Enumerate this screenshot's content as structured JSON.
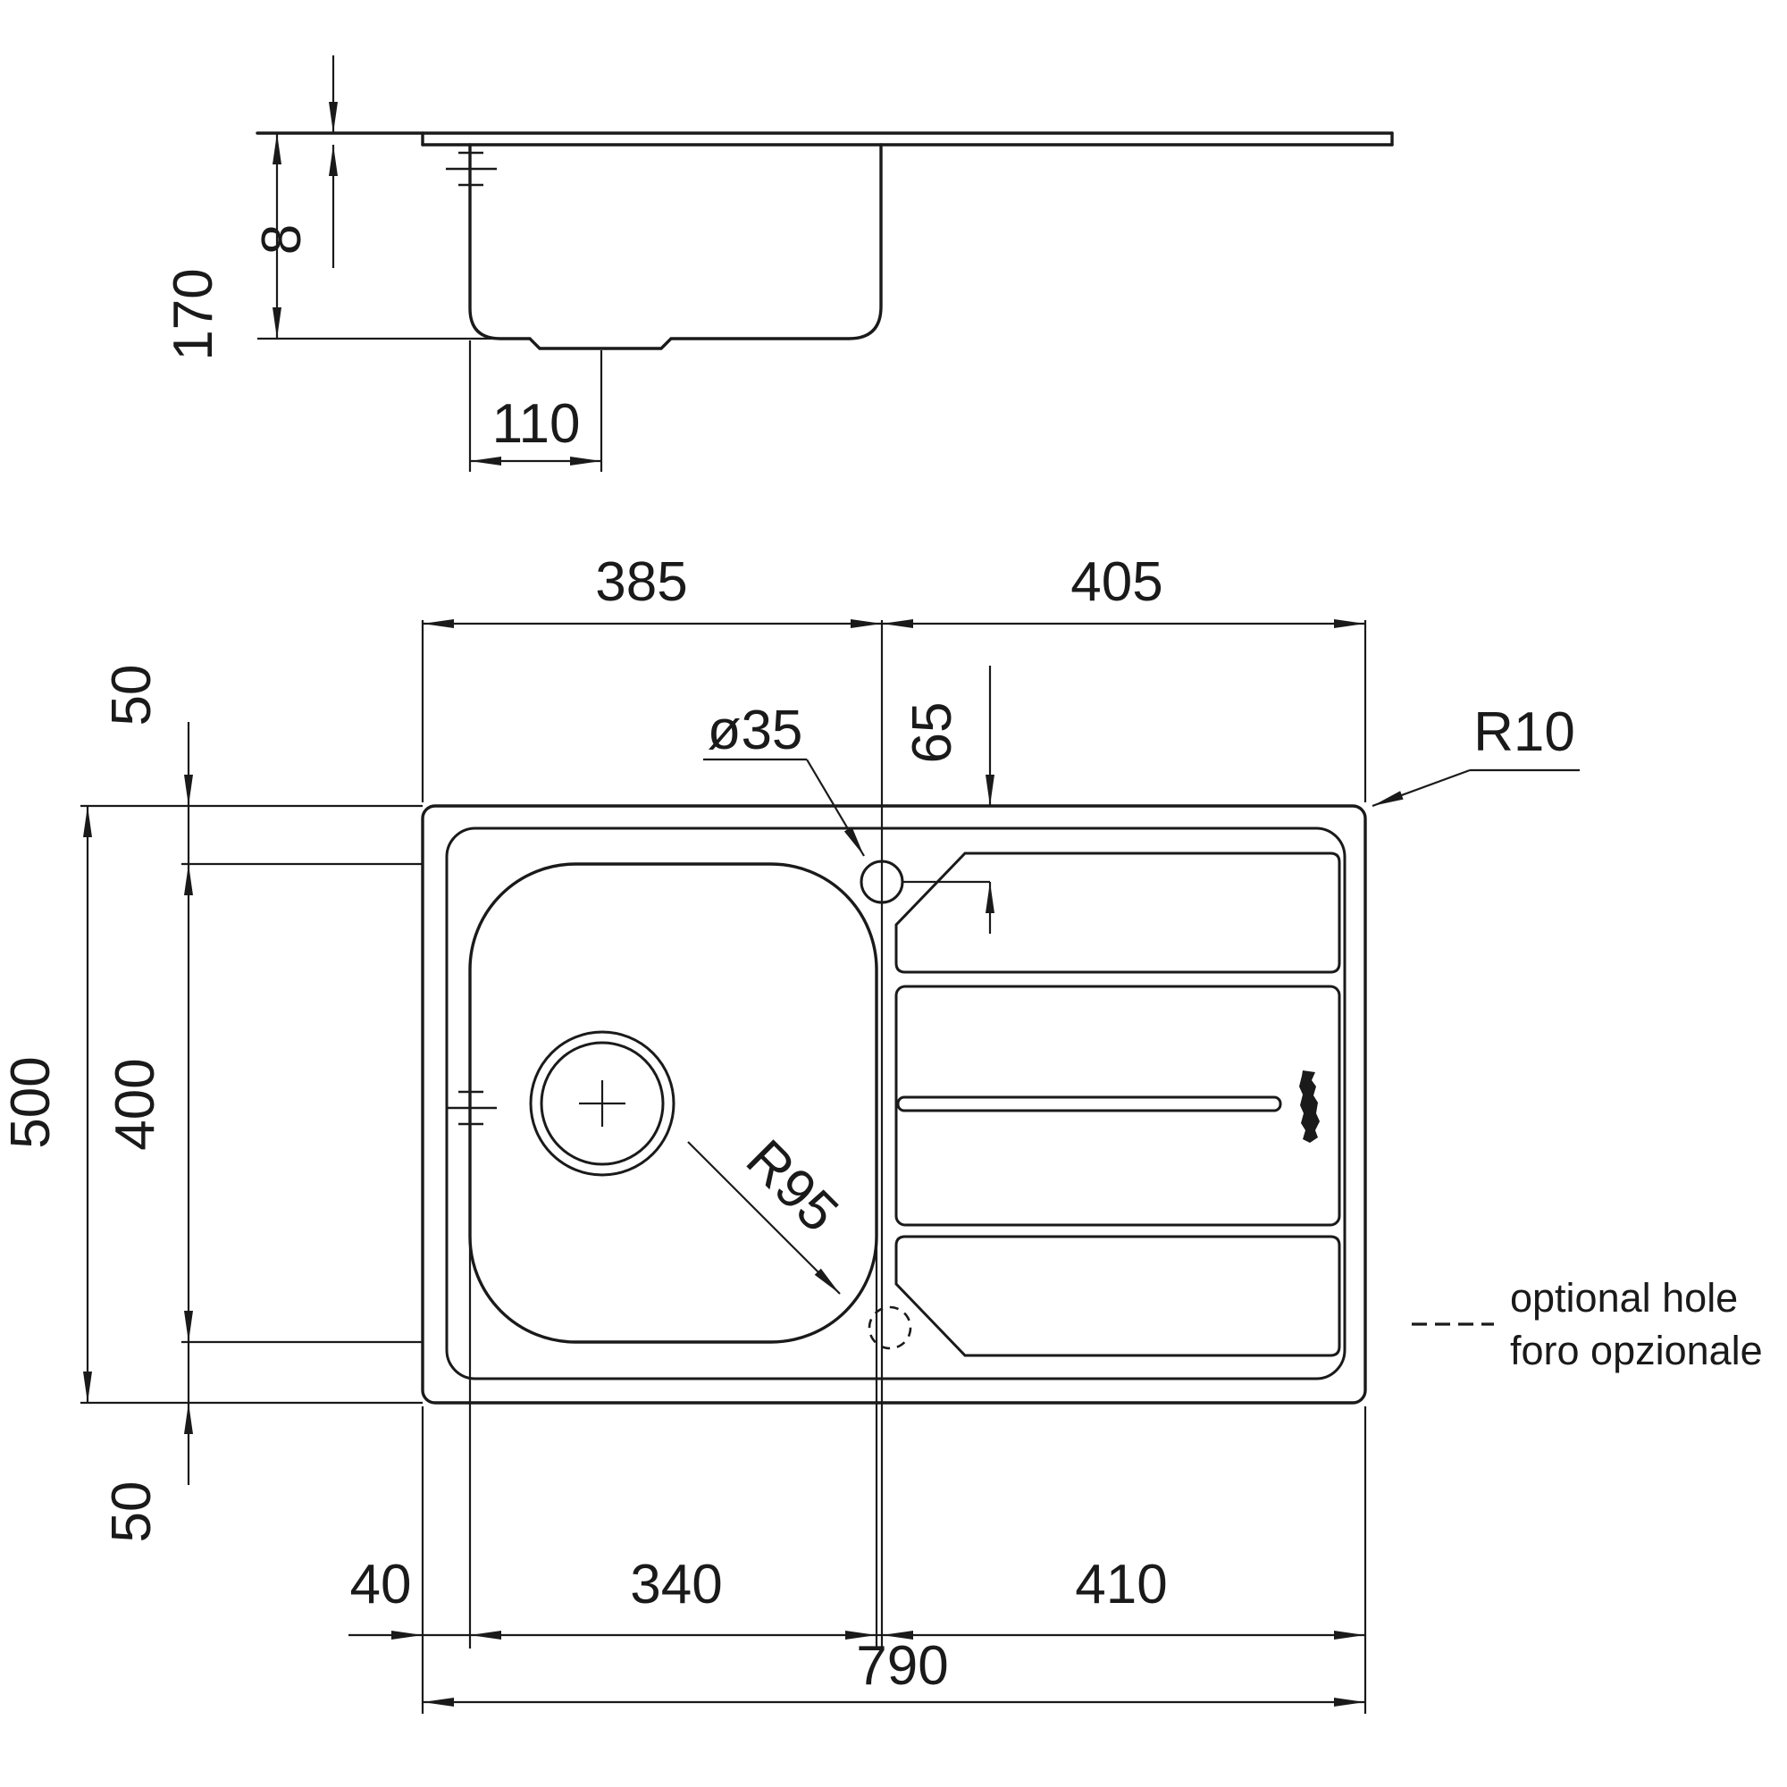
{
  "colors": {
    "ink": "#1a1a1a",
    "background": "#ffffff"
  },
  "labels": {
    "section": {
      "overall_depth": "170",
      "rim_height": "8",
      "drain_offset": "110"
    },
    "plan_top": {
      "left_span": "385",
      "right_span": "405",
      "tap_setback": "65",
      "tap_diameter": "ø35",
      "corner_radius": "R10"
    },
    "plan_left": {
      "top_margin": "50",
      "bowl_length": "400",
      "overall_depth": "500",
      "bottom_margin": "50"
    },
    "plan_bottom": {
      "left_margin": "40",
      "bowl_width": "340",
      "drainer_span": "410",
      "overall_width": "790"
    },
    "plan_misc": {
      "bowl_corner_radius": "R95"
    },
    "legend": {
      "line1_en": "optional hole",
      "line2_it": "foro opzionale"
    }
  }
}
